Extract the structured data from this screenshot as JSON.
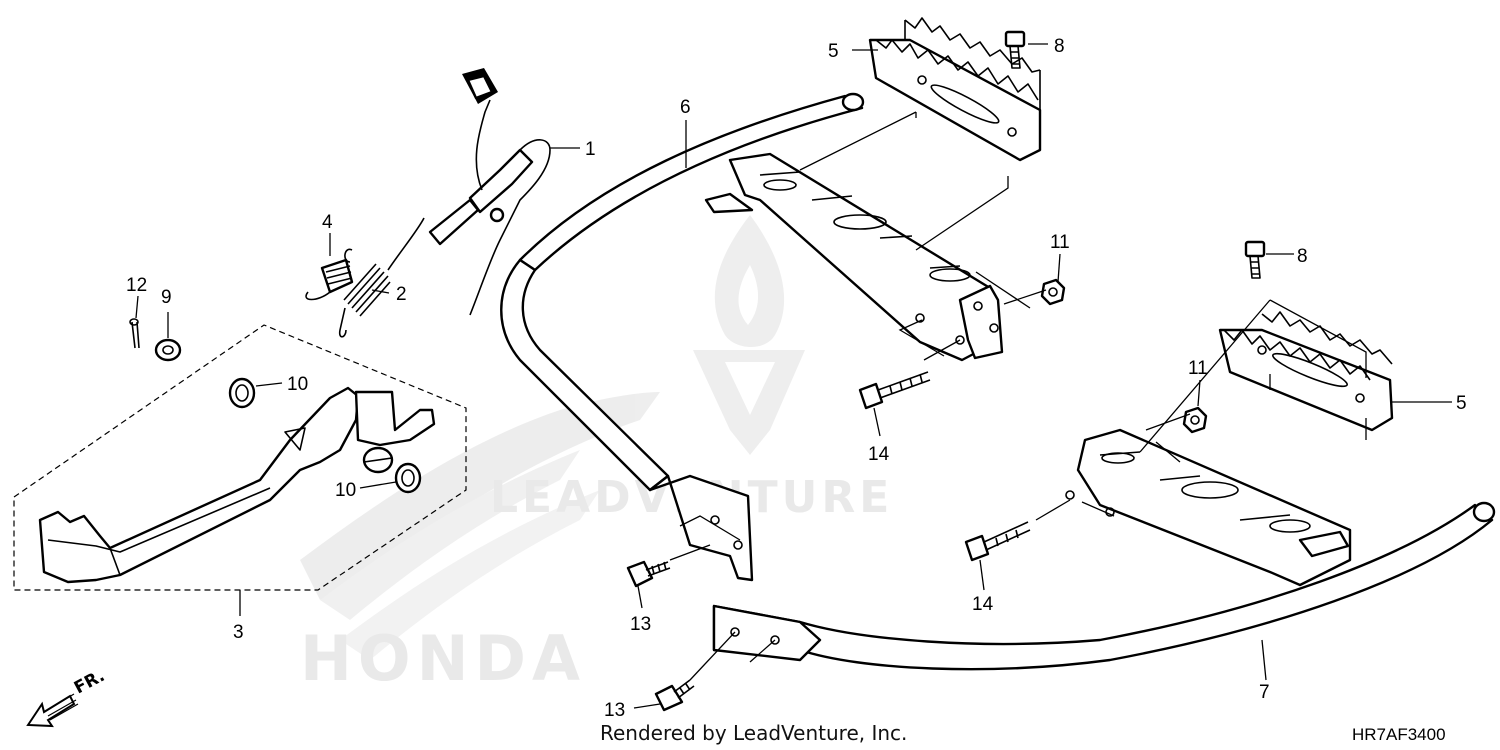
{
  "diagram": {
    "callouts": [
      {
        "id": "c1",
        "text": "1"
      },
      {
        "id": "c2",
        "text": "2"
      },
      {
        "id": "c3",
        "text": "3"
      },
      {
        "id": "c4",
        "text": "4"
      },
      {
        "id": "c5a",
        "text": "5"
      },
      {
        "id": "c5b",
        "text": "5"
      },
      {
        "id": "c6",
        "text": "6"
      },
      {
        "id": "c7",
        "text": "7"
      },
      {
        "id": "c8a",
        "text": "8"
      },
      {
        "id": "c8b",
        "text": "8"
      },
      {
        "id": "c9",
        "text": "9"
      },
      {
        "id": "c10a",
        "text": "10"
      },
      {
        "id": "c10b",
        "text": "10"
      },
      {
        "id": "c11a",
        "text": "11"
      },
      {
        "id": "c11b",
        "text": "11"
      },
      {
        "id": "c12",
        "text": "12"
      },
      {
        "id": "c13a",
        "text": "13"
      },
      {
        "id": "c13b",
        "text": "13"
      },
      {
        "id": "c14a",
        "text": "14"
      },
      {
        "id": "c14b",
        "text": "14"
      }
    ],
    "direction_label": "FR.",
    "watermark_brand": "HONDA",
    "watermark_text": "LEADVENTURE",
    "footer_credit": "Rendered by LeadVenture, Inc.",
    "diagram_code": "HR7AF3400"
  }
}
